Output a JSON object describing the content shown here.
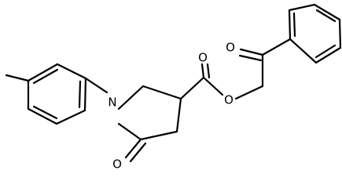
{
  "structure": {
    "atoms": {
      "n1": "N",
      "o_ester": "O",
      "o_ester_carbonyl": "O",
      "o_lactam": "O",
      "o_ketone": "O"
    },
    "colors": {
      "bond": "#000000",
      "text": "#000000",
      "background": "#ffffff"
    }
  }
}
